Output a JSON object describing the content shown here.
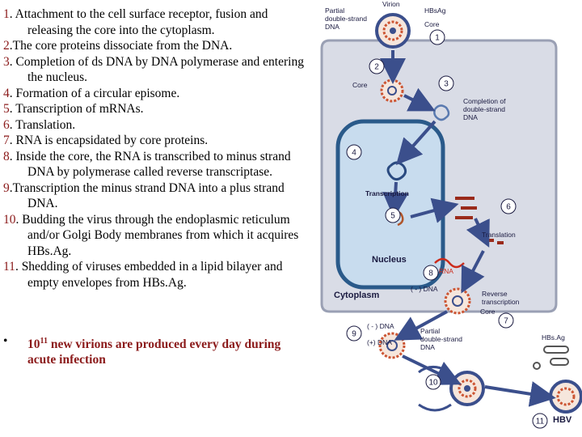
{
  "steps": [
    {
      "num": "1",
      "text": ". Attachment to the cell surface receptor, fusion and releasing the core into the cytoplasm."
    },
    {
      "num": "2",
      "text": ".The core proteins dissociate from the DNA."
    },
    {
      "num": "3",
      "text": ". Completion of ds DNA by DNA polymerase and entering the nucleus."
    },
    {
      "num": "4",
      "text": ". Formation of a circular episome."
    },
    {
      "num": "5",
      "text": ". Transcription of mRNAs."
    },
    {
      "num": "6",
      "text": ". Translation."
    },
    {
      "num": "7",
      "text": ". RNA is encapsidated by core proteins."
    },
    {
      "num": "8",
      "text": ". Inside the core, the RNA is transcribed to minus strand DNA by polymerase called reverse transcriptase."
    },
    {
      "num": "9",
      "text": ".Transcription the minus strand DNA into a plus strand DNA."
    },
    {
      "num": "10",
      "text": ". Budding the virus through the endoplasmic reticulum and/or Golgi Body membranes from which it acquires HBs.Ag."
    },
    {
      "num": "11",
      "text": ". Shedding of viruses embedded in a lipid bilayer and empty envelopes from HBs.Ag."
    }
  ],
  "bullet": {
    "symbol": "•",
    "base": "10",
    "exponent": "11",
    "rest": " new virions are produced every day during acute infection"
  },
  "diagram": {
    "labels": {
      "partial_top": [
        "Partial",
        "double-strand",
        "DNA"
      ],
      "virion": "Virion",
      "hbsag_top": "HBsAg",
      "core_top": "Core",
      "core_left": "Core",
      "completion": [
        "Completion of",
        "double-strand",
        "DNA"
      ],
      "transcription": "Transcription",
      "translation": "Translation",
      "nucleus": "Nucleus",
      "cytoplasm": "Cytoplasm",
      "rna": "RNA",
      "minus_dna_top": "( - ) DNA",
      "reverse": [
        "Reverse",
        "transcription"
      ],
      "core_bottom": "Core",
      "minus_dna": "( - ) DNA",
      "plus_dna": "(+) DNA",
      "partial_bottom": [
        "Partial",
        "double-strand",
        "DNA"
      ],
      "hbsag_bottom": "HBs.Ag",
      "hbv": "HBV"
    },
    "step_numbers": [
      "1",
      "2",
      "3",
      "4",
      "5",
      "6",
      "7",
      "8",
      "9",
      "10",
      "11"
    ]
  },
  "colors": {
    "step_number": "#8b1a1a",
    "cell_cytoplasm": "#d9dce6",
    "nucleus": "#c8dcee",
    "nucleus_border": "#2a5a8a",
    "arrow": "#3b4f8c",
    "rna": "#cc2a1a"
  }
}
